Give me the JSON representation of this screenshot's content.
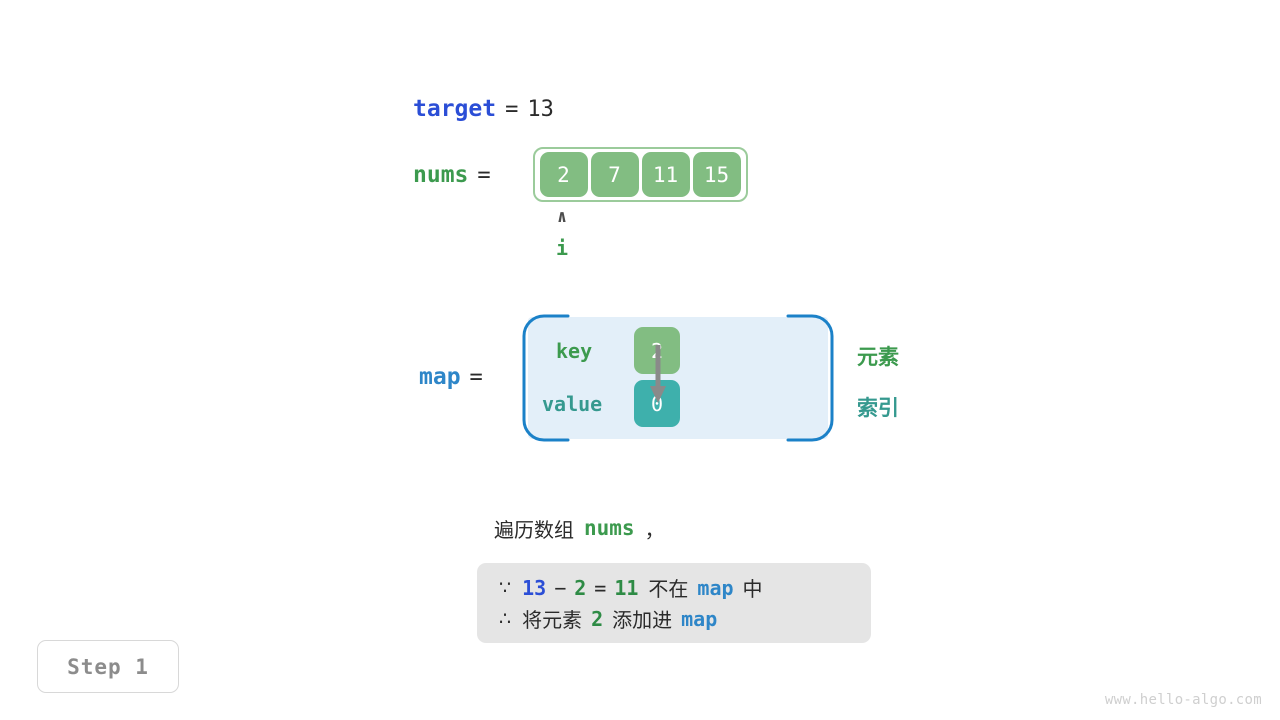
{
  "colors": {
    "target_blue": "#2B4ED6",
    "map_blue": "#2E86C8",
    "green": "#3C9A4E",
    "teal": "#35998F",
    "cell_green": "#82BD82",
    "cell_teal": "#3EB0AC",
    "map_fill": "#E3EFF9",
    "caption_bg": "#E5E5E5",
    "arrow_gray": "#8A8A8A"
  },
  "target": {
    "label": "target",
    "equals": "=",
    "value": "13"
  },
  "nums": {
    "label": "nums",
    "equals": "=",
    "cells": [
      "2",
      "7",
      "11",
      "15"
    ],
    "pointer": {
      "caret": "∧",
      "label": "i",
      "index": 0
    }
  },
  "map": {
    "label": "map",
    "equals": "=",
    "key_label": "key",
    "value_label": "value",
    "entries": [
      {
        "key": "2",
        "value": "0"
      }
    ],
    "side_notes": {
      "element": "元素",
      "index": "索引"
    }
  },
  "caption": {
    "line": {
      "prefix": "遍历数组",
      "keyword": "nums",
      "suffix": "，"
    },
    "formula": {
      "line1": {
        "symbol": "∵",
        "a": "13",
        "op1": "−",
        "b": "2",
        "op2": "=",
        "c": "11",
        "text1": "不在",
        "map": "map",
        "text2": "中"
      },
      "line2": {
        "symbol": "∴",
        "text1": "将元素",
        "a": "2",
        "text2": "添加进",
        "map": "map"
      }
    }
  },
  "step": {
    "label": "Step 1"
  },
  "watermark": {
    "text": "www.hello-algo.com"
  }
}
